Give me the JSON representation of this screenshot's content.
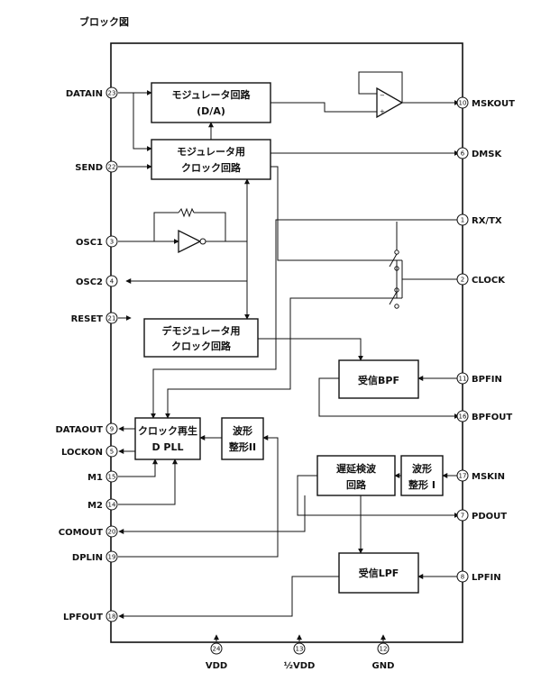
{
  "title": "ブロック図",
  "pins": [
    {
      "id": "datain",
      "num": "23",
      "name": "DATAIN"
    },
    {
      "id": "send",
      "num": "22",
      "name": "SEND"
    },
    {
      "id": "osc1",
      "num": "3",
      "name": "OSC1"
    },
    {
      "id": "osc2",
      "num": "4",
      "name": "OSC2"
    },
    {
      "id": "reset",
      "num": "21",
      "name": "RESET"
    },
    {
      "id": "dataout",
      "num": "9",
      "name": "DATAOUT"
    },
    {
      "id": "lockon",
      "num": "5",
      "name": "LOCKON"
    },
    {
      "id": "m1",
      "num": "15",
      "name": "M1"
    },
    {
      "id": "m2",
      "num": "14",
      "name": "M2"
    },
    {
      "id": "comout",
      "num": "20",
      "name": "COMOUT"
    },
    {
      "id": "dplin",
      "num": "19",
      "name": "DPLIN"
    },
    {
      "id": "lpfout",
      "num": "18",
      "name": "LPFOUT"
    },
    {
      "id": "mskout",
      "num": "10",
      "name": "MSKOUT"
    },
    {
      "id": "dmsk",
      "num": "6",
      "name": "DMSK"
    },
    {
      "id": "rxtx",
      "num": "1",
      "name": "RX/TX"
    },
    {
      "id": "clock",
      "num": "2",
      "name": "CLOCK"
    },
    {
      "id": "bpfin",
      "num": "11",
      "name": "BPFIN"
    },
    {
      "id": "bpfout",
      "num": "16",
      "name": "BPFOUT"
    },
    {
      "id": "mskin",
      "num": "17",
      "name": "MSKIN"
    },
    {
      "id": "pdout",
      "num": "7",
      "name": "PDOUT"
    },
    {
      "id": "lpfin",
      "num": "8",
      "name": "LPFIN"
    },
    {
      "id": "vdd",
      "num": "24",
      "name": "VDD"
    },
    {
      "id": "halfvdd",
      "num": "13",
      "name": "½VDD"
    },
    {
      "id": "gnd",
      "num": "12",
      "name": "GND"
    }
  ],
  "blocks": {
    "modulator": {
      "line1": "モジュレータ回路",
      "line2": "(D/A)"
    },
    "mod_clock": {
      "line1": "モジュレータ用",
      "line2": "クロック回路"
    },
    "demod_clock": {
      "line1": "デモジュレータ用",
      "line2": "クロック回路"
    },
    "rx_bpf": {
      "line1": "受信BPF"
    },
    "clock_regen": {
      "line1": "クロック再生",
      "line2": "D PLL"
    },
    "waveshaper2": {
      "line1": "波形",
      "line2": "整形II"
    },
    "delay_detect": {
      "line1": "遅延検波",
      "line2": "回路"
    },
    "waveshaper1": {
      "line1": "波形",
      "line2": "整形 I"
    },
    "rx_lpf": {
      "line1": "受信LPF"
    }
  }
}
